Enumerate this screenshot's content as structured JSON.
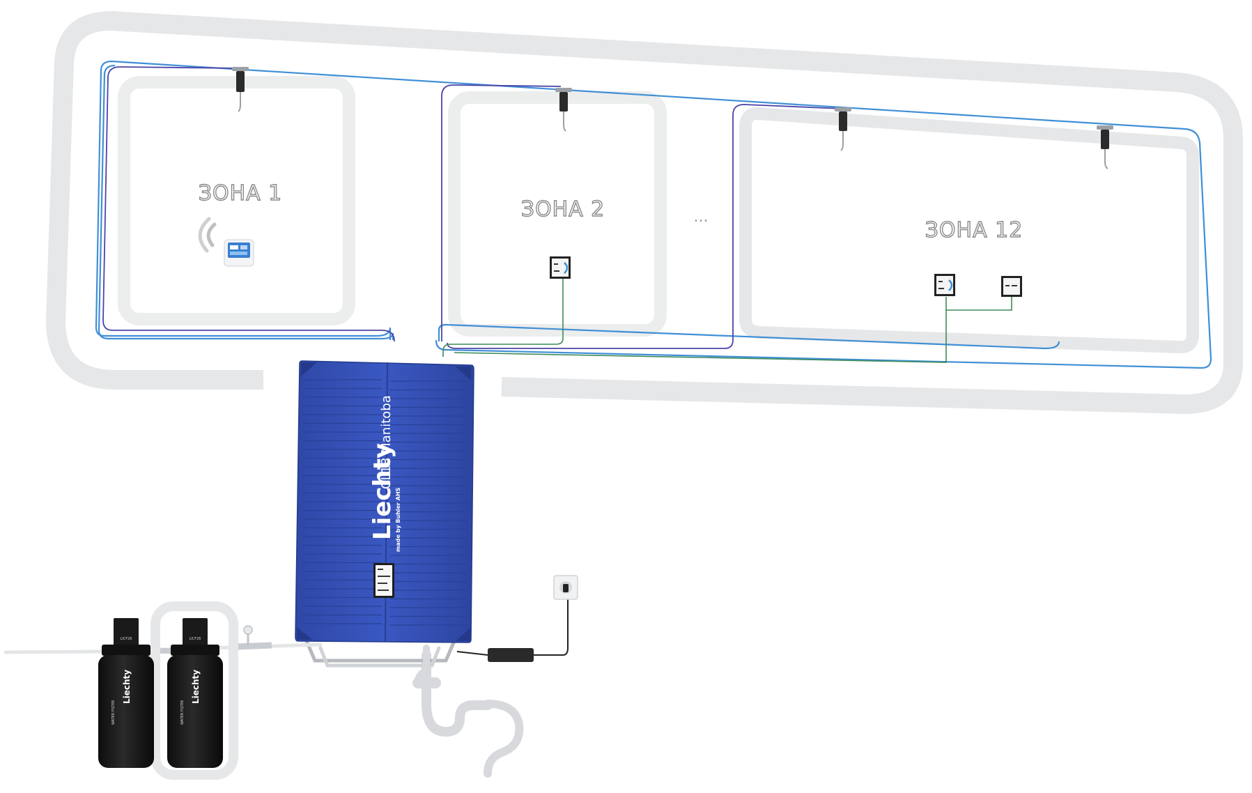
{
  "zones": [
    {
      "label": "ЗОНА 1"
    },
    {
      "label": "ЗОНА 2"
    },
    {
      "label": "ЗОНА 12"
    }
  ],
  "ellipsis": "...",
  "unit": {
    "brand": "Liechty",
    "model": "CL18 Manitoba",
    "maker": "made by Buhler AHS",
    "color": "#3552b8"
  },
  "filters": {
    "head_label": "LICF26",
    "brand": "Liechty",
    "body_label": "WATER FILTER"
  },
  "colors": {
    "pipe": "#3f8fd6",
    "supply": "#4b44a8",
    "signal": "#3d8a5a",
    "frame": "#e6e7e9"
  }
}
